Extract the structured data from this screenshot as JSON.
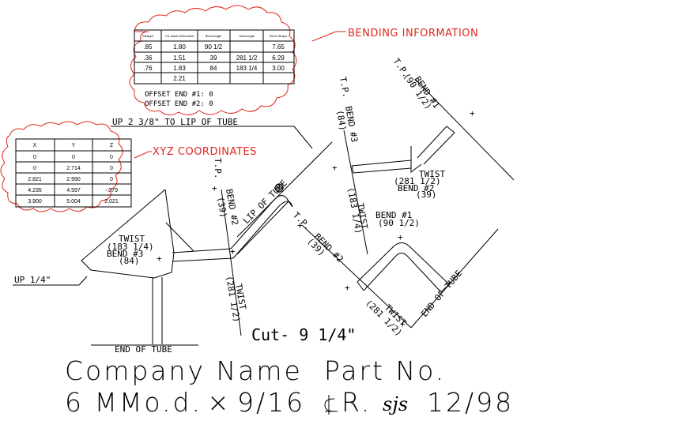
{
  "bending_table": {
    "headers": [
      "Straight",
      "C/L Back Dimension",
      "Bend Angle",
      "Twist Angle",
      "Bend Shape"
    ],
    "rows": [
      [
        ".85",
        "1.80",
        "90 1/2",
        "",
        "7.65"
      ],
      [
        ".36",
        "1.51",
        "39",
        "281 1/2",
        "6.29"
      ],
      [
        ".76",
        "1.83",
        "84",
        "183 1/4",
        "3.00"
      ],
      [
        "",
        "2.21",
        "",
        "",
        ""
      ]
    ],
    "offset1": "OFFSET END #1: 0",
    "offset2": "OFFSET END #2: 0"
  },
  "xyz_table": {
    "headers": [
      "X",
      "Y",
      "Z"
    ],
    "rows": [
      [
        "0",
        "0",
        "0"
      ],
      [
        "0",
        "2.714",
        "0"
      ],
      [
        "2.821",
        "2.990",
        "0"
      ],
      [
        "4.235",
        "4.597",
        "-.079"
      ],
      [
        "3.900",
        "5.004",
        "2.021"
      ]
    ]
  },
  "callouts": {
    "bending": "BENDING INFORMATION",
    "xyz": "XYZ COORDINATES"
  },
  "annotations": {
    "up_lip": "UP 2 3/8\" TO LIP OF TUBE",
    "lip": "LIP OF TUBE",
    "up_quarter": "UP 1/4\"",
    "end_tube": "END OF TUBE",
    "end_tube2": "END OF TUBE",
    "cut": "Cut- 9 1/4\"",
    "left_twist": "TWIST",
    "left_twist_val": "(183 1/4)",
    "left_bend": "BEND #3",
    "left_bend_val": "(84)",
    "mid_tp": "T.P.",
    "mid_bend": "BEND #2",
    "mid_bend_val": "(39)",
    "mid_twist": "TWIST",
    "mid_twist_val": "(281 1/2)",
    "top_tp": "T.P.",
    "top_bend": "BEND #3",
    "top_bend_val": "(84)",
    "top_twist": "TWIST",
    "top_twist_val": "(183 1/4)",
    "right_tp": "T.P.",
    "right_bend": "BEND #1",
    "right_bend_val": "(90 1/2)",
    "right_twist": "TWIST",
    "right_twist_val": "(281 1/2)",
    "right_bend2": "BEND #2",
    "right_bend2_val": "(39)",
    "low_bend1": "BEND #1",
    "low_bend1_val": "(90 1/2)",
    "low_tp": "T.P.",
    "low_bend2": "BEND #2",
    "low_bend2_val": "(39)",
    "low_twist": "TWIST",
    "low_twist_val": "(281 1/2)"
  },
  "title_block": {
    "line1": "Company Name  Part No.",
    "line2_a": "6 MMo.d.",
    "line2_b": "9/16",
    "line2_c": "R.",
    "initials": "sjs",
    "line2_d": "12/98"
  }
}
